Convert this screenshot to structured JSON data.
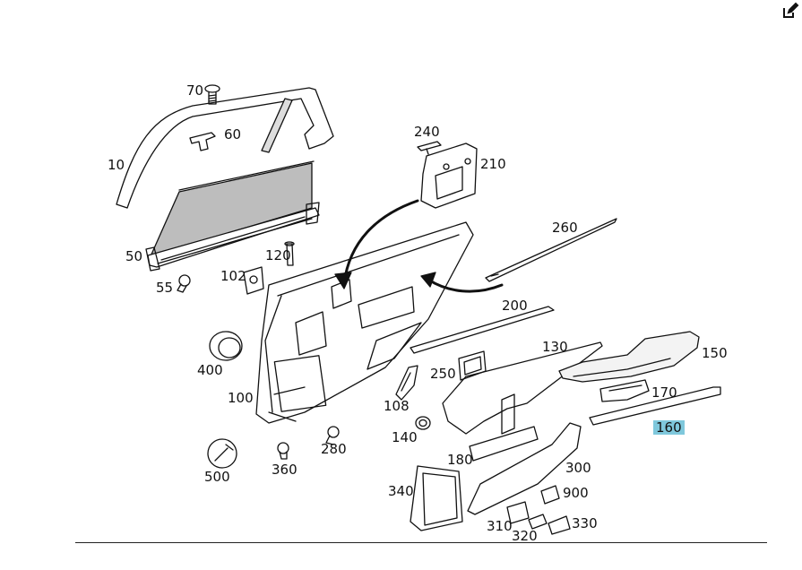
{
  "toolbar": {
    "edit_icon": "pencil-square-icon"
  },
  "diagram": {
    "highlighted_callout": "160",
    "callouts": {
      "c10": "10",
      "c50": "50",
      "c55": "55",
      "c60": "60",
      "c70": "70",
      "c100": "100",
      "c102": "102",
      "c108": "108",
      "c120": "120",
      "c130": "130",
      "c140": "140",
      "c150": "150",
      "c160": "160",
      "c170": "170",
      "c180": "180",
      "c200": "200",
      "c210": "210",
      "c240": "240",
      "c250": "250",
      "c260": "260",
      "c280": "280",
      "c300": "300",
      "c310": "310",
      "c320": "320",
      "c330": "330",
      "c340": "340",
      "c360": "360",
      "c400": "400",
      "c500": "500",
      "c900": "900"
    },
    "highlight_color": "#7fc8dc"
  }
}
